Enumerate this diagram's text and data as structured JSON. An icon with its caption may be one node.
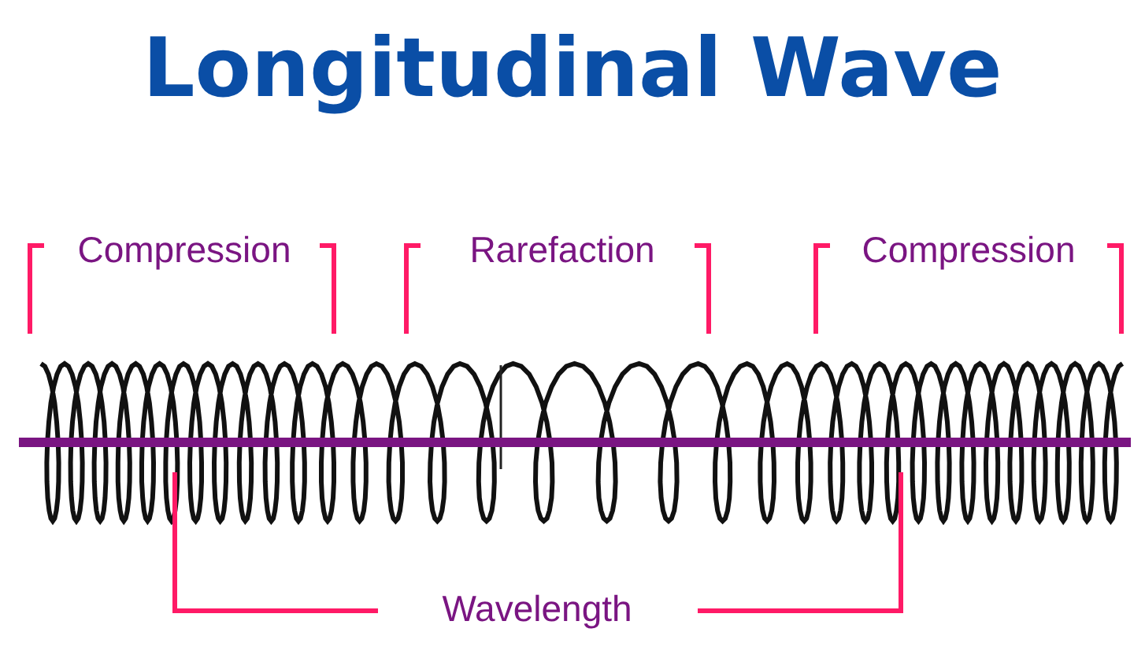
{
  "diagram": {
    "title": "Longitudinal Wave",
    "labels": [
      "Compression",
      "Rarefaction",
      "Compression",
      "Wavelength"
    ]
  }
}
